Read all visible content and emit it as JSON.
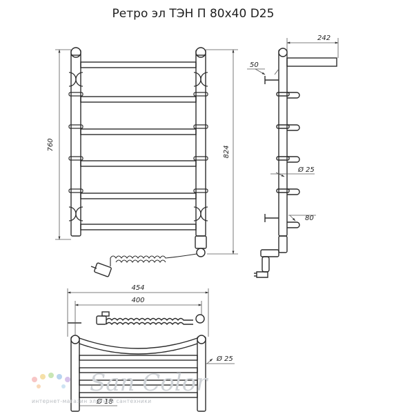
{
  "title": "Ретро эл ТЭН П 80x40 D25",
  "dimensions": {
    "front_height": "760",
    "total_height": "824",
    "side_depth": "242",
    "side_offset": "50",
    "side_diameter": "Ø 25",
    "side_mount": "80",
    "top_width": "454",
    "top_inner_width": "400",
    "top_diameter": "Ø 25",
    "bottom_diameter": "Ø 18"
  },
  "watermark": {
    "brand": "San Color",
    "tagline": "интернет-магазин элитной сантехники"
  },
  "colors": {
    "line": "#2a2a2a",
    "dim_line": "#555555",
    "watermark": "#cfd3d7"
  }
}
